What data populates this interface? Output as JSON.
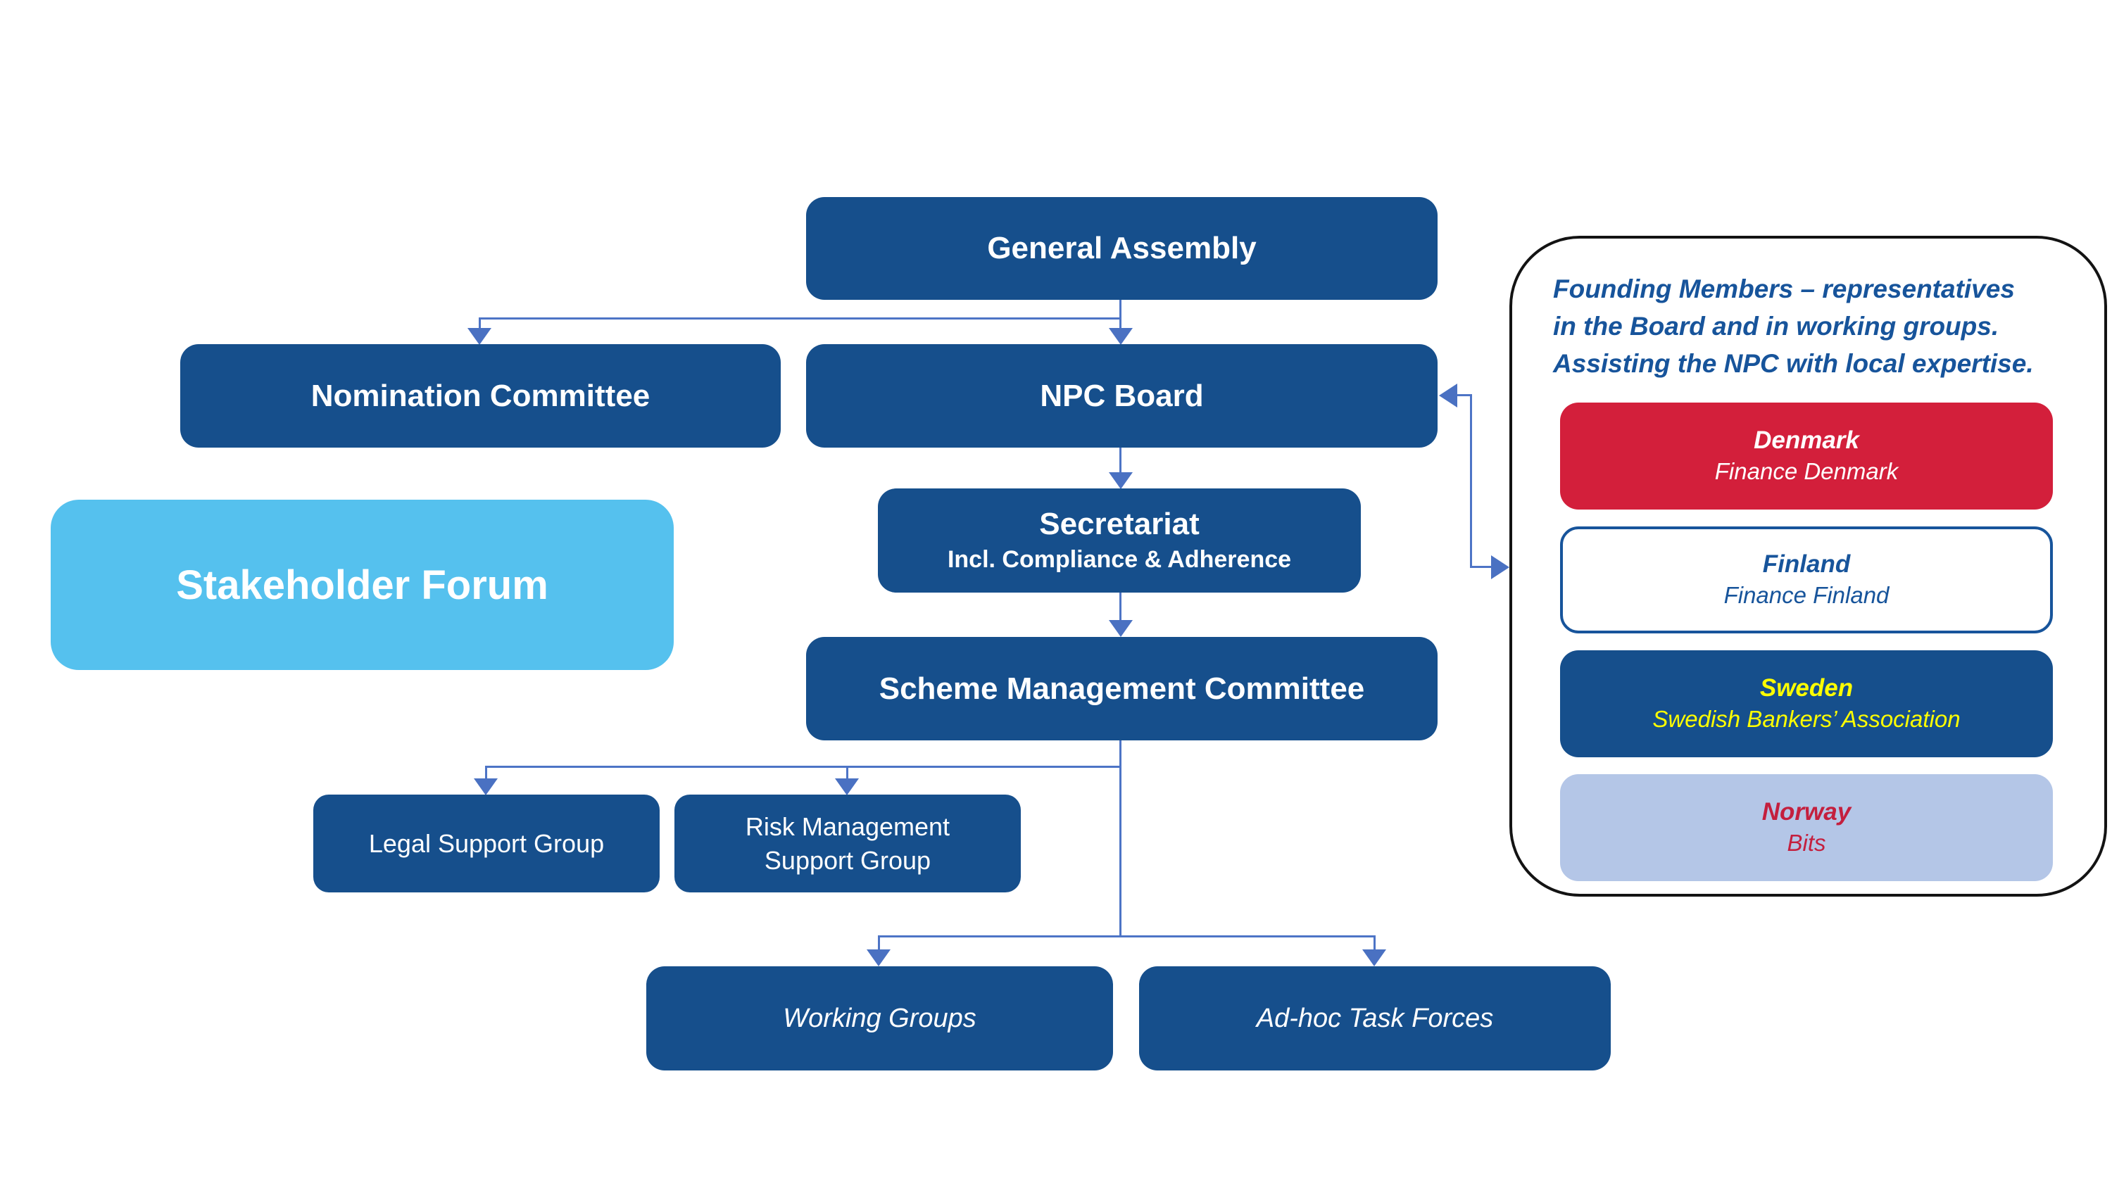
{
  "chart": {
    "nodes": {
      "general_assembly": "General Assembly",
      "nomination_committee": "Nomination Committee",
      "npc_board": "NPC Board",
      "secretariat_title": "Secretariat",
      "secretariat_subtitle": "Incl. Compliance & Adherence",
      "stakeholder_forum": "Stakeholder Forum",
      "scheme_management_committee": "Scheme Management Committee",
      "legal_support_group": "Legal Support Group",
      "risk_management_support_group": "Risk Management\nSupport Group",
      "working_groups": "Working Groups",
      "adhoc_task_forces": "Ad-hoc Task Forces"
    },
    "panel": {
      "heading": "Founding Members – representatives\nin the Board and in working groups.\nAssisting the NPC with local expertise.",
      "members": [
        {
          "country": "Denmark",
          "org": "Finance Denmark"
        },
        {
          "country": "Finland",
          "org": "Finance Finland"
        },
        {
          "country": "Sweden",
          "org": "Swedish Bankers’ Association"
        },
        {
          "country": "Norway",
          "org": "Bits"
        }
      ]
    },
    "colors": {
      "node_blue": "#164f8c",
      "stakeholder_blue": "#55c1ee",
      "denmark_red": "#d31f3b",
      "norway_lavender": "#b4c6e7",
      "norway_text_red": "#c41f3e",
      "sweden_text_yellow": "#ffff00",
      "heading_blue": "#17549b",
      "connector_blue": "#4d74c6",
      "panel_border": "#131313"
    }
  }
}
